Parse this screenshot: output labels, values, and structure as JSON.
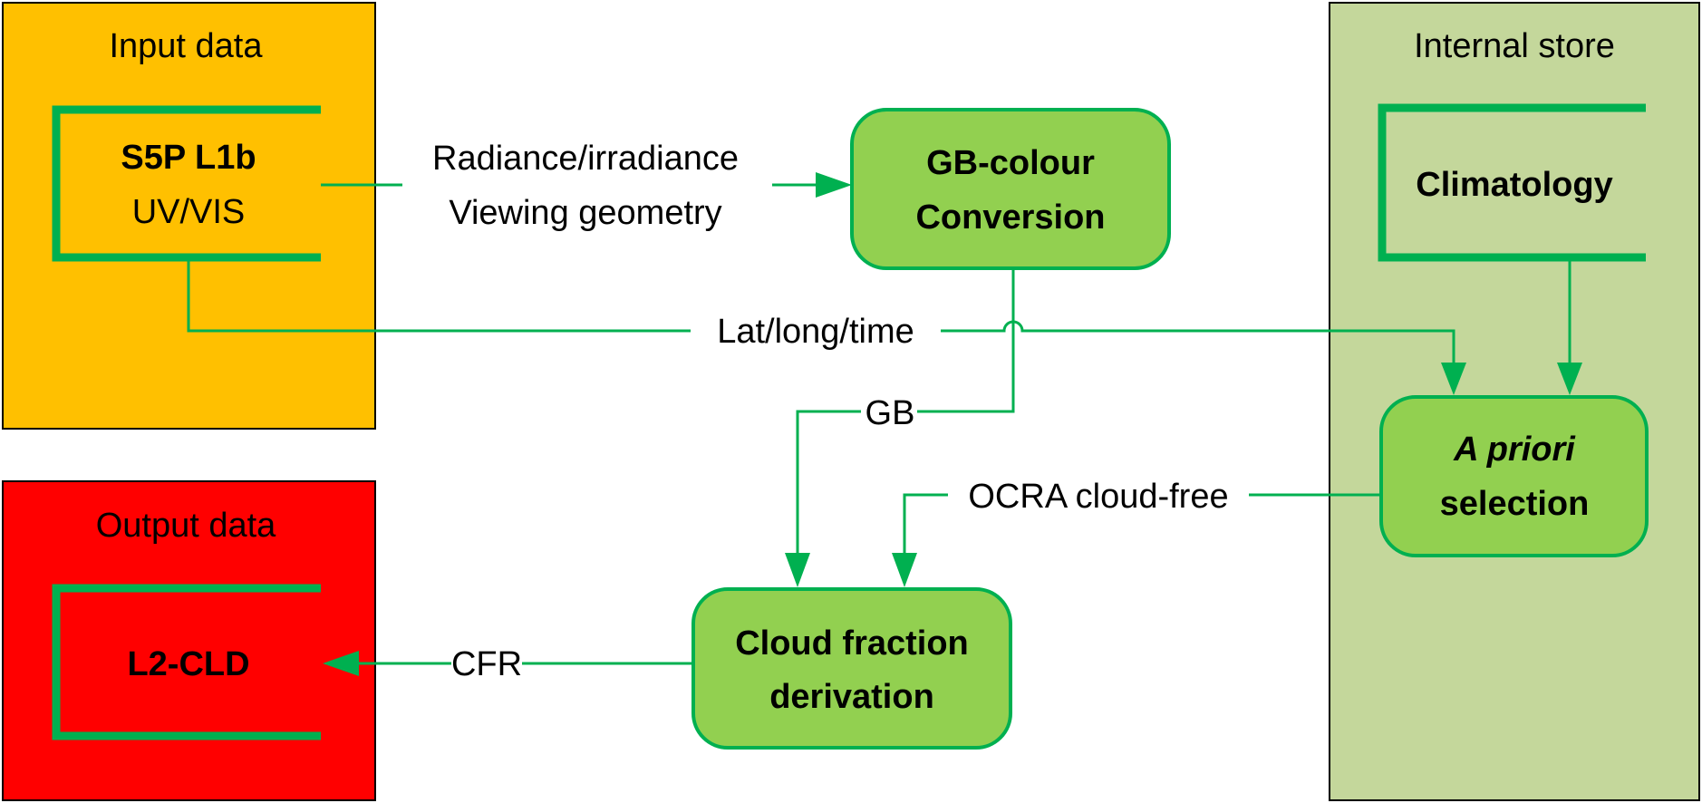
{
  "colors": {
    "input_panel": "#FFC000",
    "output_panel": "#FF0000",
    "internal_panel": "#C4D79B",
    "process_fill": "#92D050",
    "connector": "#00B050",
    "text": "#000000"
  },
  "panels": {
    "input": {
      "title": "Input data"
    },
    "output": {
      "title": "Output data"
    },
    "internal": {
      "title": "Internal store"
    }
  },
  "stores": {
    "s5p": {
      "line1": "S5P L1b",
      "line2": "UV/VIS"
    },
    "l2cld": {
      "line1": "L2-CLD"
    },
    "climatology": {
      "line1": "Climatology"
    }
  },
  "processes": {
    "gb_colour": {
      "line1": "GB-colour",
      "line2": "Conversion"
    },
    "cloud_fraction": {
      "line1": "Cloud fraction",
      "line2": "derivation"
    },
    "apriori": {
      "line1_italic": "A priori",
      "line2": "selection"
    }
  },
  "flows": {
    "radiance": {
      "line1": "Radiance/irradiance",
      "line2": "Viewing geometry"
    },
    "latlong": "Lat/long/time",
    "gb": "GB",
    "ocra": "OCRA cloud-free",
    "cfr": "CFR"
  }
}
